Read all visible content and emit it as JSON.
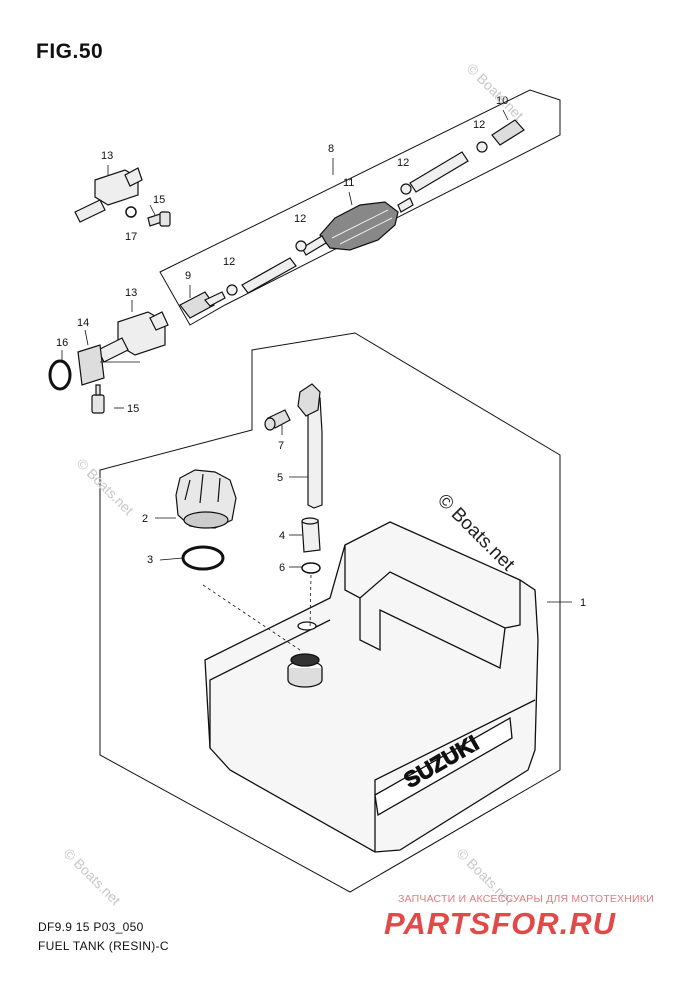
{
  "figure": {
    "title": "FIG.50",
    "code": "DF9.9 15 P03_050",
    "caption": "FUEL TANK (RESIN)-C"
  },
  "callouts": {
    "c1": "1",
    "c2": "2",
    "c3": "3",
    "c4": "4",
    "c5": "5",
    "c6": "6",
    "c7": "7",
    "c8": "8",
    "c9": "9",
    "c10": "10",
    "c11": "11",
    "c12a": "12",
    "c12b": "12",
    "c12c": "12",
    "c12d": "12",
    "c13a": "13",
    "c13b": "13",
    "c14": "14",
    "c15a": "15",
    "c15b": "15",
    "c16": "16",
    "c17": "17"
  },
  "tank_brand": "SUZUKI",
  "watermarks": {
    "main": "© Boats.net",
    "small": "© Boats.net"
  },
  "shop": {
    "tagline": "ЗАПЧАСТИ И АКСЕССУАРЫ ДЛЯ МОТОТЕХНИКИ",
    "brand": "PARTSFOR.RU"
  },
  "colors": {
    "line": "#111111",
    "tank_fill": "#f4f4f4",
    "shop_red": "#e24a4a"
  }
}
